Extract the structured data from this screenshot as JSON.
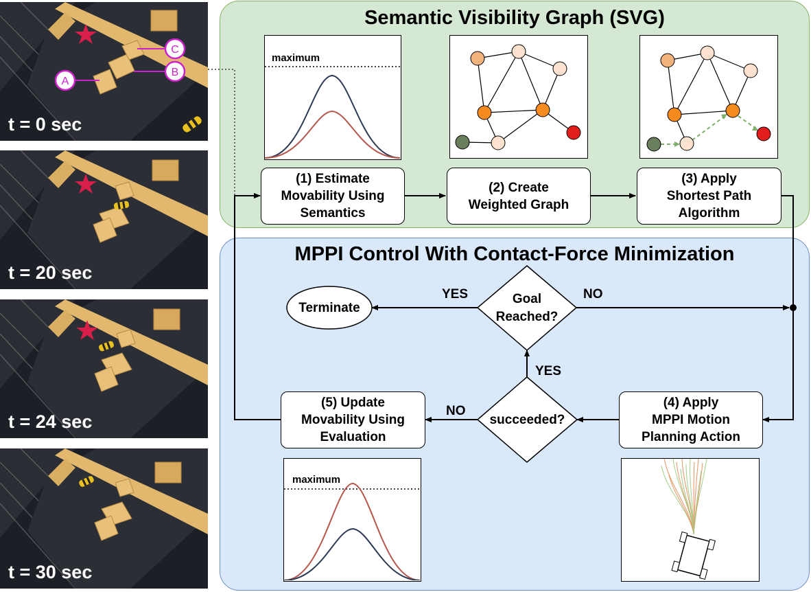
{
  "frames": [
    {
      "label": "t = 0 sec"
    },
    {
      "label": "t = 20 sec"
    },
    {
      "label": "t = 24 sec"
    },
    {
      "label": "t = 30 sec"
    }
  ],
  "markers": {
    "a": "A",
    "b": "B",
    "c": "C"
  },
  "svg_panel": {
    "title": "Semantic Visibility Graph (SVG)",
    "step1": "(1) Estimate\nMovability Using\nSemantics",
    "step2": "(2) Create\nWeighted Graph",
    "step3": "(3) Apply\nShortest Path\nAlgorithm",
    "plot_label": "maximum"
  },
  "mppi_panel": {
    "title": "MPPI Control With Contact-Force Minimization",
    "terminate": "Terminate",
    "goal_reached": "Goal\nReached?",
    "succeeded": "succeeded?",
    "step4": "(4) Apply\nMPPI Motion\nPlanning Action",
    "step5": "(5) Update\nMovability Using\nEvaluation",
    "yes_top": "YES",
    "no_top": "NO",
    "yes_mid": "YES",
    "no_bottom": "NO",
    "plot_label": "maximum"
  },
  "colors": {
    "svg_panel_bg": "#d5e8d4",
    "svg_panel_border": "#82b366",
    "mppi_panel_bg": "#dae8fc",
    "mppi_panel_border": "#6c8ebf",
    "node_dark_orange": "#f58b1f",
    "node_light_orange": "#f4b37a",
    "node_pale": "#fde3cf",
    "node_start": "#6a7f5e",
    "node_goal": "#e11d1d",
    "curve_navy": "#2b3a55",
    "curve_red": "#b5564b",
    "marker_magenta": "#cc22cc",
    "star_red": "#d81f4a"
  }
}
